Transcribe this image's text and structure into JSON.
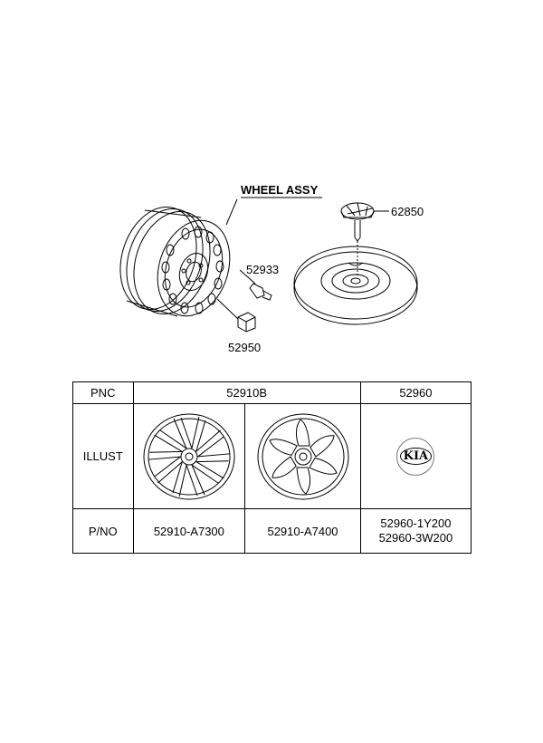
{
  "callouts": {
    "wheel_assy": "WHEEL ASSY",
    "cap_pnc": "62850",
    "valve_pnc": "52933",
    "nut_pnc": "52950"
  },
  "table": {
    "headers": {
      "pnc": "PNC",
      "wheel": "52910B",
      "emblem": "52960"
    },
    "rows": {
      "illust_label": "ILLUST",
      "pno_label": "P/NO"
    },
    "parts": {
      "wheel_a": "52910-A7300",
      "wheel_b": "52910-A7400",
      "emblem_1": "52960-1Y200",
      "emblem_2": "52960-3W200"
    },
    "emblem_text": "KIA"
  }
}
